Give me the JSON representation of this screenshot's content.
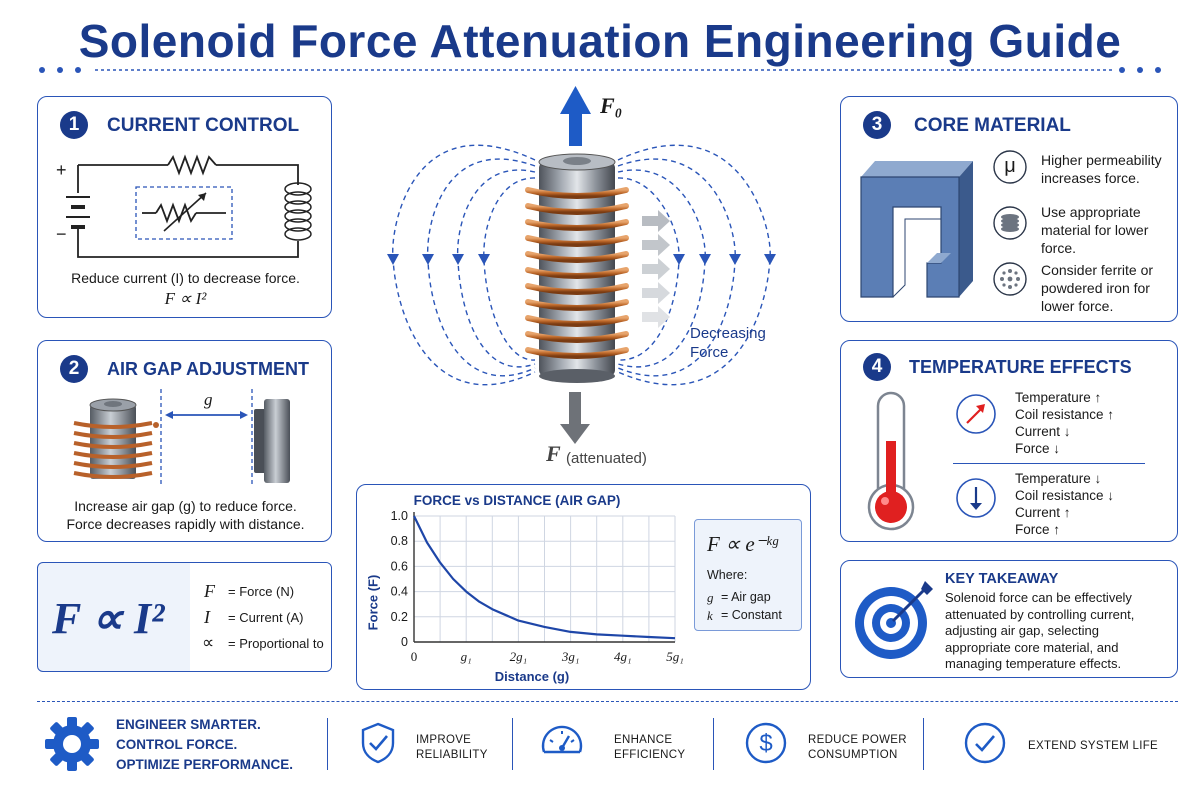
{
  "title": "Solenoid Force Attenuation Engineering Guide",
  "sections": {
    "current": {
      "number": "1",
      "heading": "CURRENT CONTROL",
      "plus": "+",
      "minus": "−",
      "desc": "Reduce current (I) to decrease force.",
      "formula": "F ∝ I²"
    },
    "air_gap": {
      "number": "2",
      "heading": "AIR GAP ADJUSTMENT",
      "gap_label": "g",
      "desc_1": "Increase air gap (g) to reduce force.",
      "desc_2": "Force decreases rapidly with distance."
    },
    "formula_box": {
      "main": "F ∝ I²",
      "rows": [
        {
          "sym": "F",
          "def": "= Force (N)"
        },
        {
          "sym": "I",
          "def": "= Current (A)"
        },
        {
          "sym": "∝",
          "def": "= Proportional to"
        }
      ]
    },
    "center": {
      "f0_label": "F₀",
      "decreasing_1": "Decreasing",
      "decreasing_2": "Force",
      "f_label": "F",
      "attenuated": "(attenuated)"
    },
    "core": {
      "number": "3",
      "heading": "CORE MATERIAL",
      "mu": "μ",
      "items": [
        "Higher permeability increases force.",
        "Use appropriate material for lower force.",
        "Consider ferrite or powdered iron for lower force."
      ]
    },
    "temperature": {
      "number": "4",
      "heading": "TEMPERATURE EFFECTS",
      "group_up": [
        "Temperature ↑",
        "Coil resistance ↑",
        "Current ↓",
        "Force ↓"
      ],
      "group_down": [
        "Temperature ↓",
        "Coil resistance ↓",
        "Current ↑",
        "Force ↑"
      ]
    },
    "takeaway": {
      "heading": "KEY TAKEAWAY",
      "lines": [
        "Solenoid force can be effectively",
        "attenuated by controlling current,",
        "adjusting air gap, selecting",
        "appropriate core material, and",
        "managing temperature effects."
      ]
    }
  },
  "chart_data": {
    "type": "line",
    "title": "FORCE vs DISTANCE (AIR GAP)",
    "xlabel": "Distance (g)",
    "ylabel": "Force (F)",
    "x_ticks": [
      "0",
      "g₁",
      "2g₁",
      "3g₁",
      "4g₁",
      "5g₁"
    ],
    "y_ticks": [
      "0",
      "0.2",
      "0.4",
      "0.6",
      "0.8",
      "1.0"
    ],
    "xlim": [
      0,
      5
    ],
    "ylim": [
      0,
      1.0
    ],
    "grid": true,
    "series": [
      {
        "x": [
          0,
          0.25,
          0.5,
          0.75,
          1,
          1.25,
          1.5,
          2,
          2.5,
          3,
          3.5,
          4,
          4.5,
          5
        ],
        "y": [
          1.0,
          0.79,
          0.63,
          0.5,
          0.4,
          0.32,
          0.26,
          0.17,
          0.12,
          0.08,
          0.06,
          0.05,
          0.04,
          0.03
        ]
      }
    ],
    "annotation": {
      "formula": "F ∝ e⁻ᵏᵍ",
      "where": "Where:",
      "rows": [
        {
          "sym": "g",
          "def": "= Air gap"
        },
        {
          "sym": "k",
          "def": "= Constant"
        }
      ]
    }
  },
  "footer": {
    "slogan": [
      "ENGINEER SMARTER.",
      "CONTROL FORCE.",
      "OPTIMIZE PERFORMANCE."
    ],
    "items": [
      {
        "icon": "shield-check-icon",
        "label": [
          "IMPROVE",
          "RELIABILITY"
        ]
      },
      {
        "icon": "gauge-icon",
        "label": [
          "ENHANCE",
          "EFFICIENCY"
        ]
      },
      {
        "icon": "dollar-icon",
        "label": [
          "REDUCE POWER",
          "CONSUMPTION"
        ]
      },
      {
        "icon": "check-circle-icon",
        "label": [
          "EXTEND SYSTEM LIFE"
        ]
      }
    ]
  },
  "colors": {
    "navy": "#1a3a8a",
    "blue": "#2a55b8",
    "copper": "#c06a2b",
    "steel": "#8a8f98",
    "red": "#e02020"
  }
}
